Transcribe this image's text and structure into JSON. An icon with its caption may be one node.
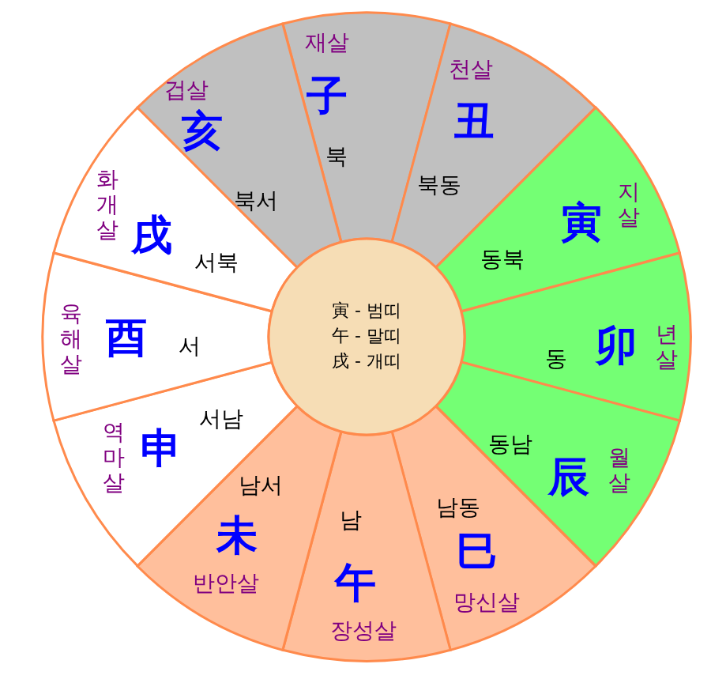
{
  "diagram": {
    "nodes": [
      {
        "text": [
          "재살",
          "子",
          "북"
        ]
      },
      {
        "text": [
          "천살",
          "丑",
          "북동"
        ]
      },
      {
        "text": [
          "寅",
          "지살",
          "동북"
        ]
      },
      {
        "text": [
          "동",
          "卯",
          "년살"
        ]
      },
      {
        "text": [
          "동남",
          "辰",
          "월살"
        ]
      },
      {
        "text": [
          "남동",
          "巳",
          "망신살"
        ]
      },
      {
        "text": [
          "남",
          "午",
          "장성살"
        ]
      },
      {
        "text": [
          "남서",
          "未",
          "반안살"
        ]
      },
      {
        "text": [
          "역마살",
          "申",
          "서남"
        ]
      },
      {
        "text": [
          "육해살",
          "酉",
          "서"
        ]
      },
      {
        "text": [
          "화개살",
          "戌",
          "서북"
        ]
      },
      {
        "text": [
          "겁살",
          "亥",
          "북서"
        ]
      },
      {
        "text": [
          "寅 - 범띠",
          "午 - 말띠",
          "戌 - 개띠"
        ]
      }
    ]
  }
}
